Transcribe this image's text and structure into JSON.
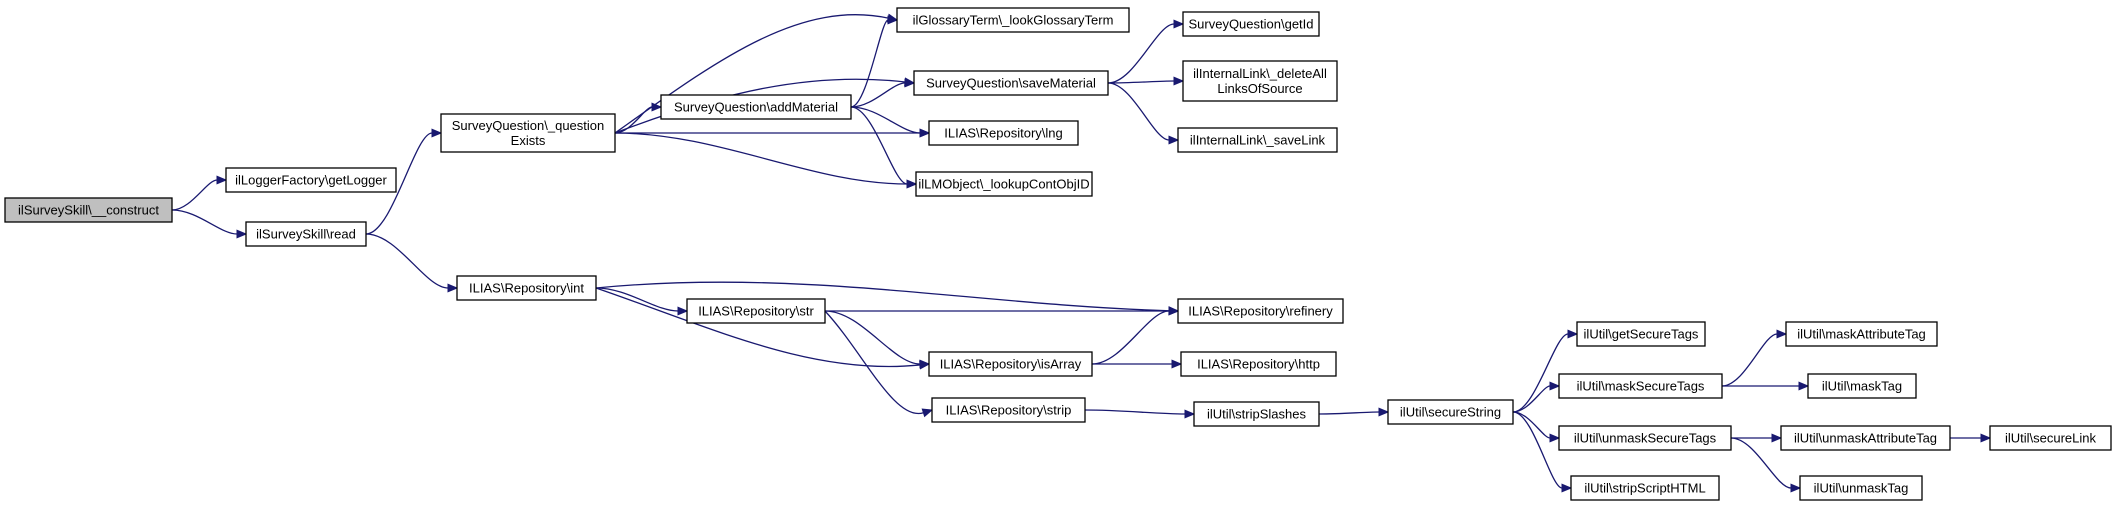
{
  "nodes": [
    {
      "id": "n0",
      "name": "node-ilsurveyskill-construct",
      "lines": [
        "ilSurveySkill\\__construct"
      ],
      "root": true
    },
    {
      "id": "n1",
      "name": "node-illoggerfactory-getlogger",
      "lines": [
        "ilLoggerFactory\\getLogger"
      ]
    },
    {
      "id": "n2",
      "name": "node-ilsurveyskill-read",
      "lines": [
        "ilSurveySkill\\read"
      ]
    },
    {
      "id": "n3",
      "name": "node-surveyquestion-questionexists",
      "lines": [
        "SurveyQuestion\\_question",
        "Exists"
      ]
    },
    {
      "id": "n4",
      "name": "node-ilias-repository-int",
      "lines": [
        "ILIAS\\Repository\\int"
      ]
    },
    {
      "id": "n5",
      "name": "node-surveyquestion-addmaterial",
      "lines": [
        "SurveyQuestion\\addMaterial"
      ]
    },
    {
      "id": "n6",
      "name": "node-ilglossaryterm-lookglossaryterm",
      "lines": [
        "ilGlossaryTerm\\_lookGlossaryTerm"
      ]
    },
    {
      "id": "n7",
      "name": "node-surveyquestion-savematerial",
      "lines": [
        "SurveyQuestion\\saveMaterial"
      ]
    },
    {
      "id": "n8",
      "name": "node-ilias-repository-lng",
      "lines": [
        "ILIAS\\Repository\\lng"
      ]
    },
    {
      "id": "n9",
      "name": "node-illmobject-lookupcontobjid",
      "lines": [
        "ilLMObject\\_lookupContObjID"
      ]
    },
    {
      "id": "n10",
      "name": "node-surveyquestion-getid",
      "lines": [
        "SurveyQuestion\\getId"
      ]
    },
    {
      "id": "n11",
      "name": "node-ilinternallink-deletealllinksofsource",
      "lines": [
        "ilInternalLink\\_deleteAll",
        "LinksOfSource"
      ]
    },
    {
      "id": "n12",
      "name": "node-ilinternallink-savelink",
      "lines": [
        "ilInternalLink\\_saveLink"
      ]
    },
    {
      "id": "n13",
      "name": "node-ilias-repository-str",
      "lines": [
        "ILIAS\\Repository\\str"
      ]
    },
    {
      "id": "n14",
      "name": "node-ilias-repository-refinery",
      "lines": [
        "ILIAS\\Repository\\refinery"
      ]
    },
    {
      "id": "n15",
      "name": "node-ilias-repository-isarray",
      "lines": [
        "ILIAS\\Repository\\isArray"
      ]
    },
    {
      "id": "n16",
      "name": "node-ilias-repository-http",
      "lines": [
        "ILIAS\\Repository\\http"
      ]
    },
    {
      "id": "n17",
      "name": "node-ilias-repository-strip",
      "lines": [
        "ILIAS\\Repository\\strip"
      ]
    },
    {
      "id": "n18",
      "name": "node-ilutil-stripslashes",
      "lines": [
        "ilUtil\\stripSlashes"
      ]
    },
    {
      "id": "n19",
      "name": "node-ilutil-securestring",
      "lines": [
        "ilUtil\\secureString"
      ]
    },
    {
      "id": "n20",
      "name": "node-ilutil-getsecuretags",
      "lines": [
        "ilUtil\\getSecureTags"
      ]
    },
    {
      "id": "n21",
      "name": "node-ilutil-masksecuretags",
      "lines": [
        "ilUtil\\maskSecureTags"
      ]
    },
    {
      "id": "n22",
      "name": "node-ilutil-unmasksecuretags",
      "lines": [
        "ilUtil\\unmaskSecureTags"
      ]
    },
    {
      "id": "n23",
      "name": "node-ilutil-stripscripthtml",
      "lines": [
        "ilUtil\\stripScriptHTML"
      ]
    },
    {
      "id": "n24",
      "name": "node-ilutil-maskattributetag",
      "lines": [
        "ilUtil\\maskAttributeTag"
      ]
    },
    {
      "id": "n25",
      "name": "node-ilutil-masktag",
      "lines": [
        "ilUtil\\maskTag"
      ]
    },
    {
      "id": "n26",
      "name": "node-ilutil-unmaskattributetag",
      "lines": [
        "ilUtil\\unmaskAttributeTag"
      ]
    },
    {
      "id": "n27",
      "name": "node-ilutil-unmasktag",
      "lines": [
        "ilUtil\\unmaskTag"
      ]
    },
    {
      "id": "n28",
      "name": "node-ilutil-securelink",
      "lines": [
        "ilUtil\\secureLink"
      ]
    }
  ],
  "edges": [
    [
      "n0",
      "n1"
    ],
    [
      "n0",
      "n2"
    ],
    [
      "n2",
      "n3"
    ],
    [
      "n2",
      "n4"
    ],
    [
      "n3",
      "n5"
    ],
    [
      "n3",
      "n6"
    ],
    [
      "n3",
      "n7"
    ],
    [
      "n3",
      "n8"
    ],
    [
      "n3",
      "n9"
    ],
    [
      "n5",
      "n6"
    ],
    [
      "n5",
      "n7"
    ],
    [
      "n5",
      "n8"
    ],
    [
      "n5",
      "n9"
    ],
    [
      "n7",
      "n10"
    ],
    [
      "n7",
      "n11"
    ],
    [
      "n7",
      "n12"
    ],
    [
      "n4",
      "n13"
    ],
    [
      "n4",
      "n14"
    ],
    [
      "n4",
      "n15"
    ],
    [
      "n13",
      "n14"
    ],
    [
      "n13",
      "n15"
    ],
    [
      "n13",
      "n17"
    ],
    [
      "n15",
      "n14"
    ],
    [
      "n15",
      "n16"
    ],
    [
      "n17",
      "n18"
    ],
    [
      "n18",
      "n19"
    ],
    [
      "n19",
      "n20"
    ],
    [
      "n19",
      "n21"
    ],
    [
      "n19",
      "n22"
    ],
    [
      "n19",
      "n23"
    ],
    [
      "n21",
      "n24"
    ],
    [
      "n21",
      "n25"
    ],
    [
      "n22",
      "n26"
    ],
    [
      "n22",
      "n27"
    ],
    [
      "n26",
      "n28"
    ]
  ],
  "colors": {
    "edge": "#191970",
    "root_fill": "#bfbfbf",
    "node_fill": "#ffffff"
  }
}
